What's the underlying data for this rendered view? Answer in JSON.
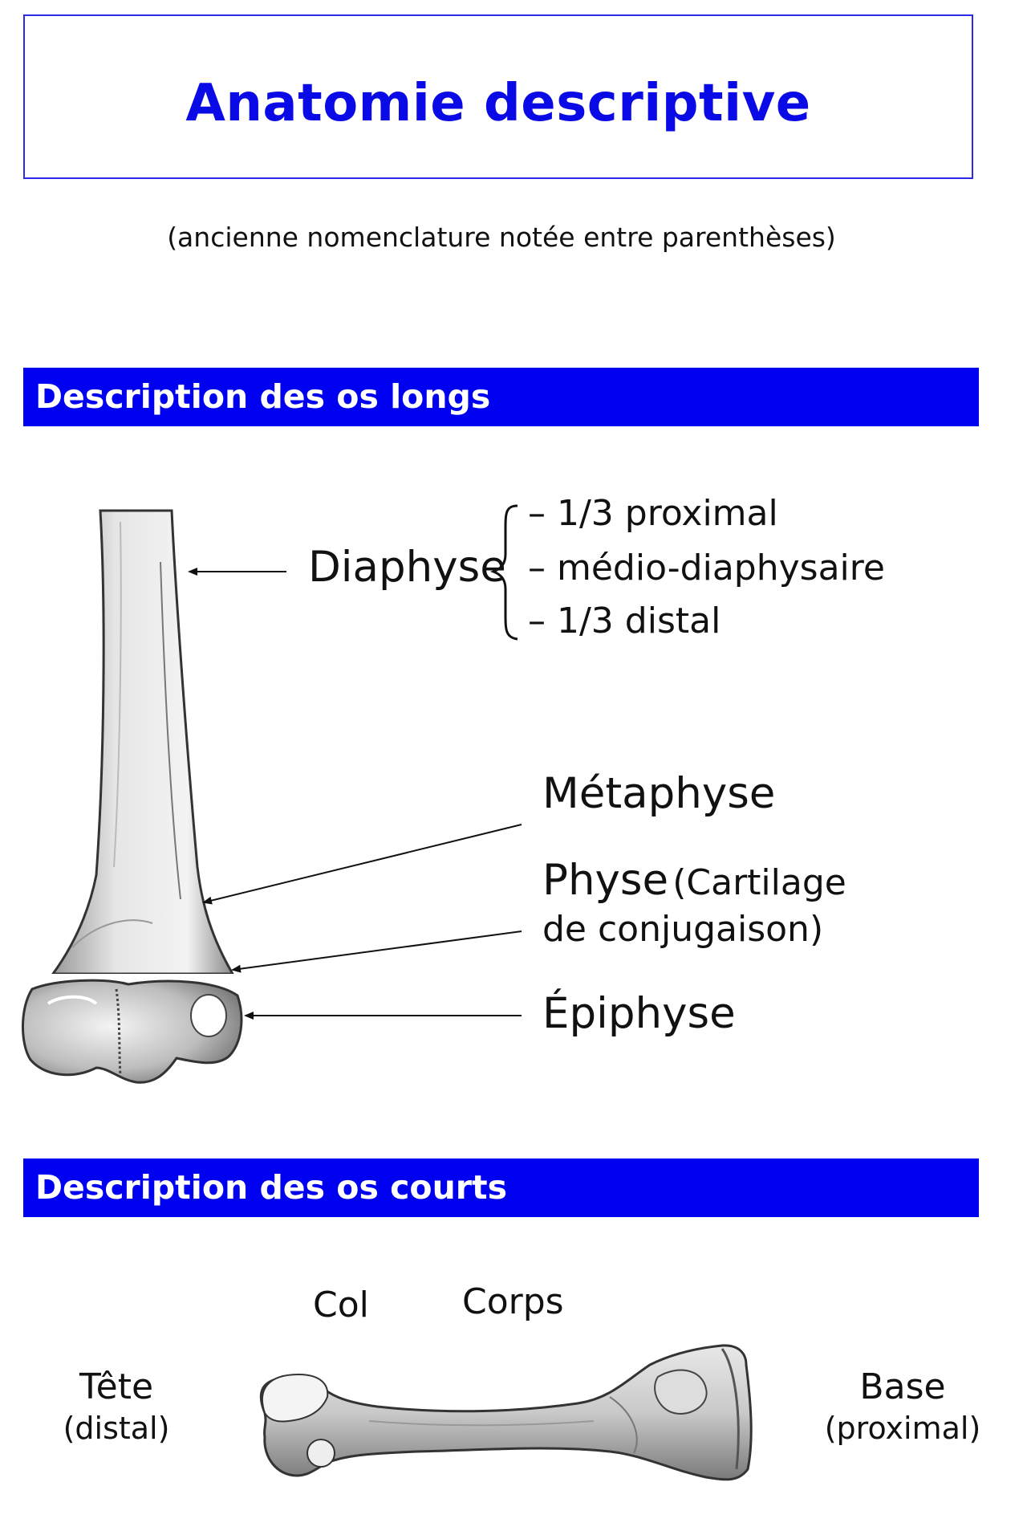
{
  "header": {
    "title": "Anatomie descriptive",
    "subtitle": "(ancienne nomenclature notée entre parenthèses)"
  },
  "long_bones": {
    "section_title": "Description des os longs",
    "diaphyse": "Diaphyse",
    "diaphyse_parts": [
      "– 1/3 proximal",
      "– médio-diaphysaire",
      "– 1/3 distal"
    ],
    "metaphyse": "Métaphyse",
    "physe": "Physe",
    "physe_old_line1": "(Cartilage",
    "physe_old_line2": "de conjugaison)",
    "epiphyse": "Épiphyse"
  },
  "short_bones": {
    "section_title": "Description des os courts",
    "col": "Col",
    "corps": "Corps",
    "tete": "Tête",
    "tete_sub": "(distal)",
    "base": "Base",
    "base_sub": "(proximal)"
  },
  "colors": {
    "accent_blue": "#0000f0",
    "title_blue": "#0a0ae6"
  }
}
